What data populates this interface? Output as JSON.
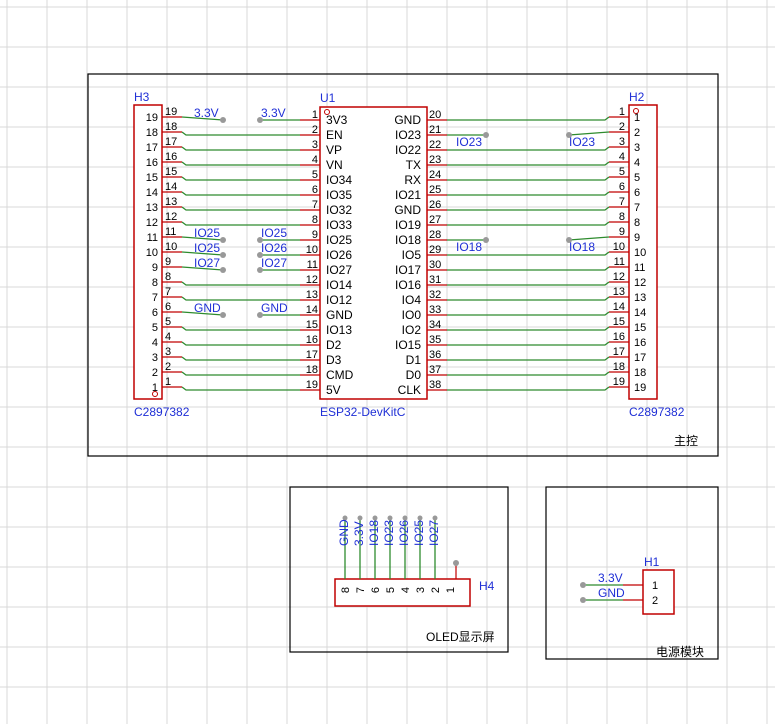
{
  "colors": {
    "background": "#ffffff",
    "grid": "#d9d9d9",
    "frame": "#000000",
    "component_body": "#c00000",
    "wire": "#2e8b2e",
    "net_label": "#1f2fd6",
    "pin_text": "#000000",
    "junction_dot": "#999999"
  },
  "frames": {
    "main": "主控",
    "oled": "OLED显示屏",
    "power": "电源模块"
  },
  "u1": {
    "ref": "U1",
    "value": "ESP32-DevKitC",
    "left_pins": [
      {
        "num": "1",
        "name": "3V3"
      },
      {
        "num": "2",
        "name": "EN"
      },
      {
        "num": "3",
        "name": "VP"
      },
      {
        "num": "4",
        "name": "VN"
      },
      {
        "num": "5",
        "name": "IO34"
      },
      {
        "num": "6",
        "name": "IO35"
      },
      {
        "num": "7",
        "name": "IO32"
      },
      {
        "num": "8",
        "name": "IO33"
      },
      {
        "num": "9",
        "name": "IO25"
      },
      {
        "num": "10",
        "name": "IO26"
      },
      {
        "num": "11",
        "name": "IO27"
      },
      {
        "num": "12",
        "name": "IO14"
      },
      {
        "num": "13",
        "name": "IO12"
      },
      {
        "num": "14",
        "name": "GND"
      },
      {
        "num": "15",
        "name": "IO13"
      },
      {
        "num": "16",
        "name": "D2"
      },
      {
        "num": "17",
        "name": "D3"
      },
      {
        "num": "18",
        "name": "CMD"
      },
      {
        "num": "19",
        "name": "5V"
      }
    ],
    "right_pins": [
      {
        "num": "20",
        "name": "GND"
      },
      {
        "num": "21",
        "name": "IO23"
      },
      {
        "num": "22",
        "name": "IO22"
      },
      {
        "num": "23",
        "name": "TX"
      },
      {
        "num": "24",
        "name": "RX"
      },
      {
        "num": "25",
        "name": "IO21"
      },
      {
        "num": "26",
        "name": "GND"
      },
      {
        "num": "27",
        "name": "IO19"
      },
      {
        "num": "28",
        "name": "IO18"
      },
      {
        "num": "29",
        "name": "IO5"
      },
      {
        "num": "30",
        "name": "IO17"
      },
      {
        "num": "31",
        "name": "IO16"
      },
      {
        "num": "32",
        "name": "IO4"
      },
      {
        "num": "33",
        "name": "IO0"
      },
      {
        "num": "34",
        "name": "IO2"
      },
      {
        "num": "35",
        "name": "IO15"
      },
      {
        "num": "36",
        "name": "D1"
      },
      {
        "num": "37",
        "name": "D0"
      },
      {
        "num": "38",
        "name": "CLK"
      }
    ]
  },
  "h3": {
    "ref": "H3",
    "value": "C2897382",
    "outer_pins": [
      "19",
      "18",
      "17",
      "16",
      "15",
      "14",
      "13",
      "12",
      "11",
      "10",
      "9",
      "8",
      "7",
      "6",
      "5",
      "4",
      "3",
      "2",
      "1"
    ],
    "inner_pins": [
      "19",
      "18",
      "17",
      "16",
      "15",
      "14",
      "13",
      "12",
      "11",
      "10",
      "9",
      "8",
      "7",
      "6",
      "5",
      "4",
      "3",
      "2",
      "1"
    ]
  },
  "h2": {
    "ref": "H2",
    "value": "C2897382",
    "outer_pins": [
      "1",
      "2",
      "3",
      "4",
      "5",
      "6",
      "7",
      "8",
      "9",
      "10",
      "11",
      "12",
      "13",
      "14",
      "15",
      "16",
      "17",
      "18",
      "19"
    ],
    "inner_pins": [
      "1",
      "2",
      "3",
      "4",
      "5",
      "6",
      "7",
      "8",
      "9",
      "10",
      "11",
      "12",
      "13",
      "14",
      "15",
      "16",
      "17",
      "18",
      "19"
    ]
  },
  "left_nets": [
    {
      "row": 0,
      "left": "3.3V",
      "right": "3.3V"
    },
    {
      "row": 8,
      "left": "IO25",
      "right": "IO25"
    },
    {
      "row": 9,
      "left": "IO25",
      "right": "IO26"
    },
    {
      "row": 10,
      "left": "IO27",
      "right": "IO27"
    },
    {
      "row": 13,
      "left": "GND",
      "right": "GND"
    }
  ],
  "right_nets": [
    {
      "row": 1,
      "left": "IO23",
      "right": "IO23"
    },
    {
      "row": 8,
      "left": "IO18",
      "right": "IO18"
    }
  ],
  "h4": {
    "ref": "H4",
    "pins": [
      "8",
      "7",
      "6",
      "5",
      "4",
      "3",
      "2",
      "1"
    ],
    "nets": [
      "GND",
      "3.3V",
      "IO18",
      "IO23",
      "IO26",
      "IO25",
      "IO27"
    ]
  },
  "h1": {
    "ref": "H1",
    "pins": [
      "1",
      "2"
    ],
    "nets": [
      "3.3V",
      "GND"
    ]
  }
}
